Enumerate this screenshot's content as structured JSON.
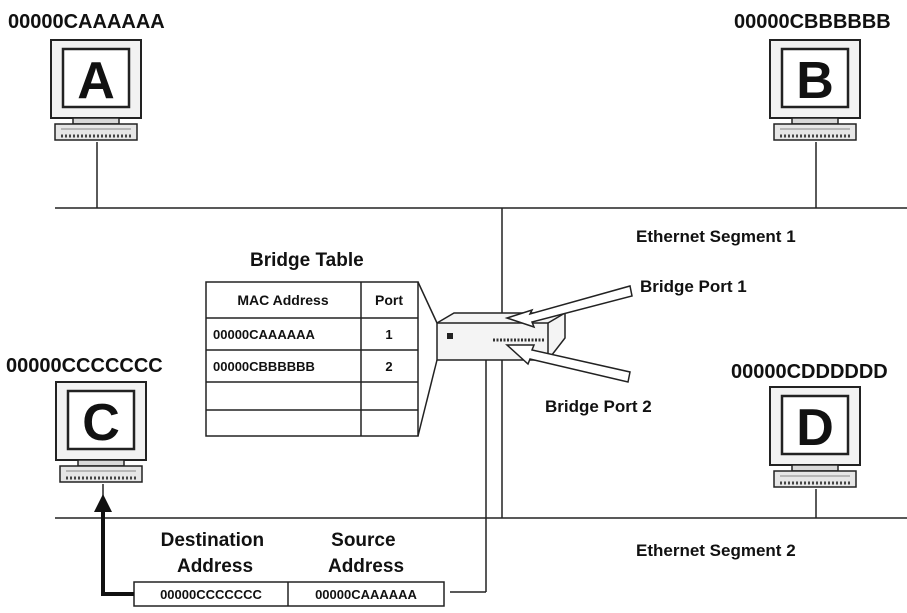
{
  "computers": [
    {
      "id": "A",
      "letter": "A",
      "mac": "00000CAAAAAA"
    },
    {
      "id": "B",
      "letter": "B",
      "mac": "00000CBBBBBB"
    },
    {
      "id": "C",
      "letter": "C",
      "mac": "00000CCCCCCC"
    },
    {
      "id": "D",
      "letter": "D",
      "mac": "00000CDDDDDD"
    }
  ],
  "segments": {
    "segment1": "Ethernet Segment 1",
    "segment2": "Ethernet Segment 2"
  },
  "bridge": {
    "port1_label": "Bridge Port 1",
    "port2_label": "Bridge Port 2"
  },
  "bridge_table": {
    "title": "Bridge Table",
    "headers": [
      "MAC Address",
      "Port"
    ],
    "rows": [
      [
        "00000CAAAAAA",
        "1"
      ],
      [
        "00000CBBBBBB",
        "2"
      ],
      [
        "",
        ""
      ],
      [
        "",
        ""
      ]
    ]
  },
  "frame": {
    "dest_label": "Destination Address",
    "src_label": "Source Address",
    "dest_value": "00000CCCCCCC",
    "src_value": "00000CAAAAAA"
  }
}
